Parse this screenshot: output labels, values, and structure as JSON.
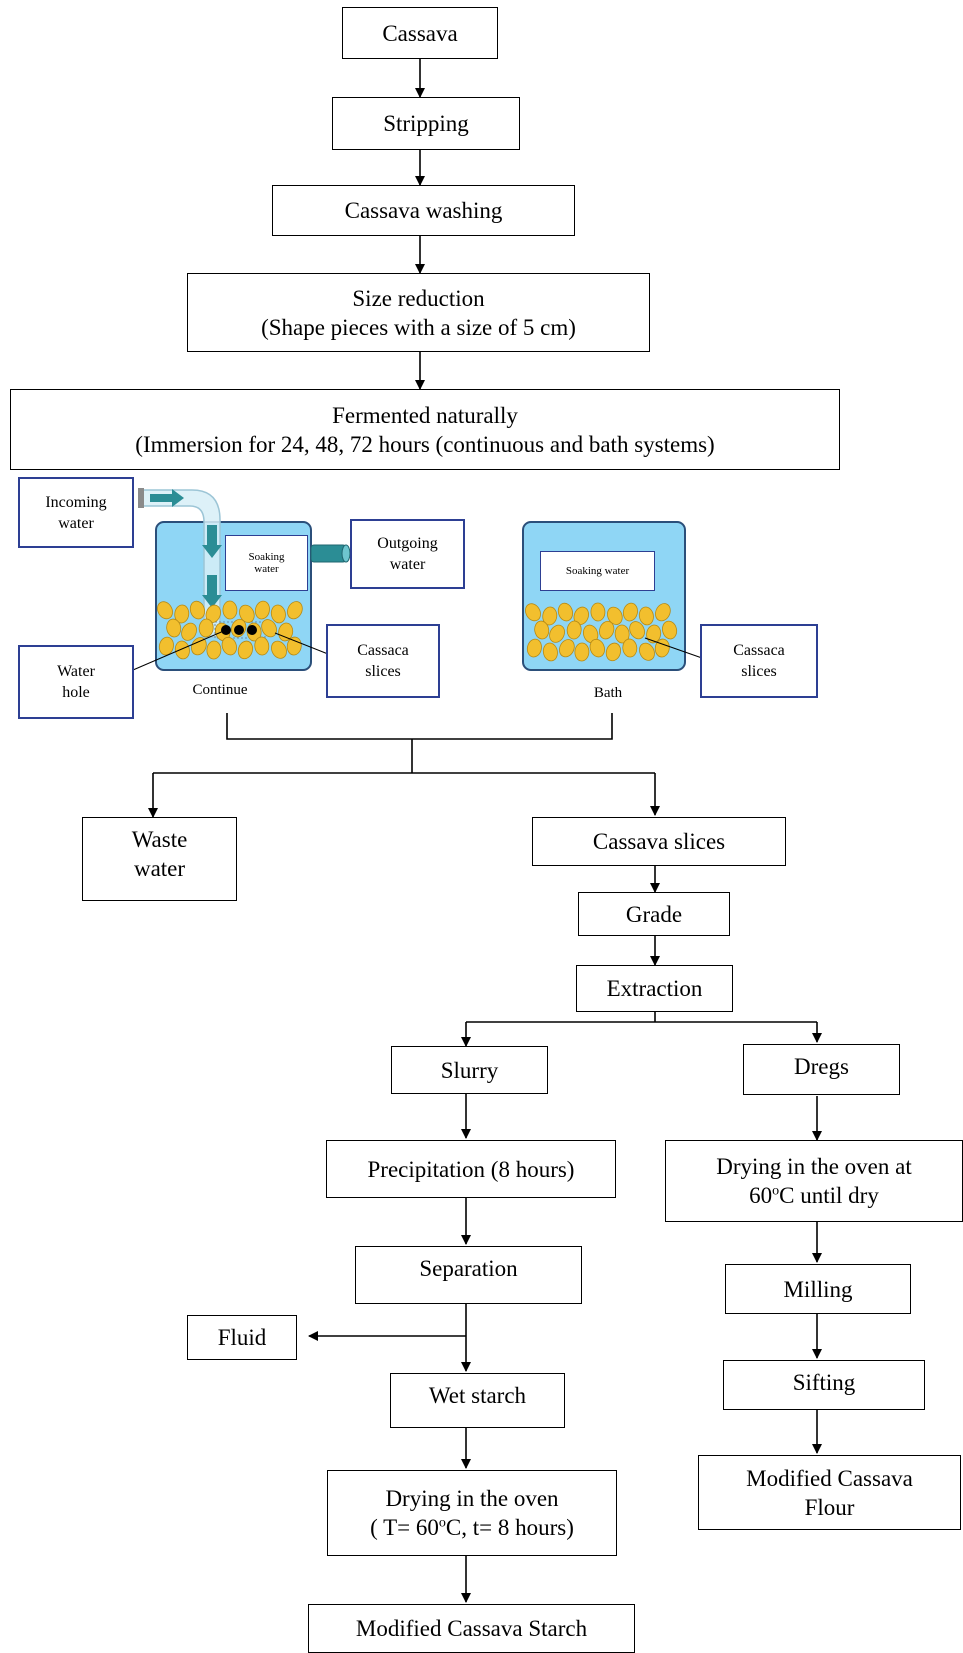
{
  "colors": {
    "tank_water": "#8fd6f5",
    "tank_border": "#2b4f7a",
    "slice": "#f2bf2e",
    "label_border": "#2d3f93",
    "arrow_teal": "#2b8d95"
  },
  "steps": {
    "cassava": "Cassava",
    "stripping": "Stripping",
    "washing": "Cassava washing",
    "size_reduction": {
      "line1": "Size reduction",
      "line2": "(Shape pieces with a size of 5 cm)"
    },
    "fermented": {
      "line1": "Fermented naturally",
      "line2": "(Immersion for 24, 48, 72 hours (continuous and bath systems)"
    },
    "waste_water": {
      "line1": "Waste",
      "line2": "water"
    },
    "cassava_slices": "Cassava slices",
    "grade": "Grade",
    "extraction": "Extraction",
    "slurry": "Slurry",
    "dregs": "Dregs",
    "precipitation": "Precipitation (8 hours)",
    "drying_dregs": {
      "line1": "Drying in the oven at",
      "line2_pre": "60",
      "line2_sup": "o",
      "line2_post": "C until dry"
    },
    "separation": "Separation",
    "fluid": "Fluid",
    "milling": "Milling",
    "wet_starch": "Wet starch",
    "sifting": "Sifting",
    "drying_starch": {
      "line1": "Drying in the oven",
      "line2_pre": "( T= 60",
      "line2_sup": "o",
      "line2_post": "C, t= 8 hours)"
    },
    "modified_flour": {
      "line1": "Modified Cassava",
      "line2": "Flour"
    },
    "modified_starch": "Modified Cassava Starch"
  },
  "illustration": {
    "incoming_water": {
      "line1": "Incoming",
      "line2": "water"
    },
    "outgoing_water": {
      "line1": "Outgoing",
      "line2": "water"
    },
    "soaking_water_continue": {
      "line1": "Soaking",
      "line2": "water"
    },
    "soaking_water_bath": "Soaking water",
    "cassaca_slices_1": {
      "line1": "Cassaca",
      "line2": "slices"
    },
    "cassaca_slices_2": {
      "line1": "Cassaca",
      "line2": "slices"
    },
    "water_hole": {
      "line1": "Water",
      "line2": "hole"
    },
    "continue_label": "Continue",
    "bath_label": "Bath"
  }
}
